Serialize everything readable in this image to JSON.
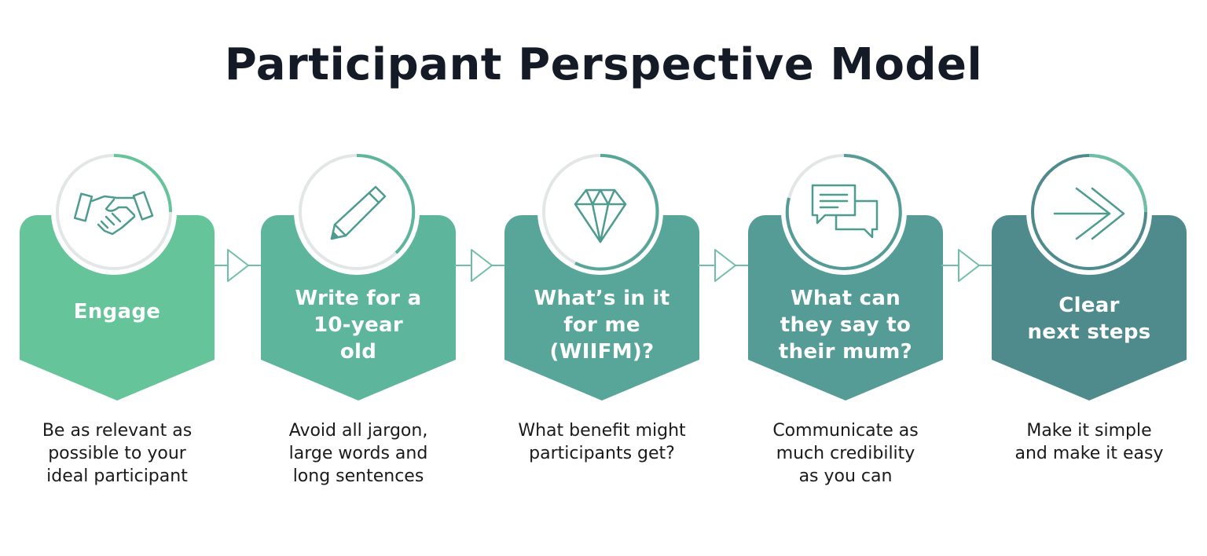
{
  "title": "Participant Perspective Model",
  "steps": [
    {
      "label": "Engage",
      "description": "Be as relevant as\npossible to your\nideal participant",
      "color": "#66c49a",
      "icon": "handshake-icon"
    },
    {
      "label": "Write for a\n10-year\nold",
      "description": "Avoid all jargon,\nlarge words and\nlong sentences",
      "color": "#5db59b",
      "icon": "pencil-icon"
    },
    {
      "label": "What’s in it\nfor me\n(WIIFM)?",
      "description": "What benefit might\nparticipants get?",
      "color": "#58a699",
      "icon": "diamond-icon"
    },
    {
      "label": "What can\nthey say to\ntheir mum?",
      "description": "Communicate as\nmuch credibility\nas you can",
      "color": "#559b96",
      "icon": "chat-bubbles-icon"
    },
    {
      "label": "Clear\nnext steps",
      "description": "Make it simple\nand make it easy",
      "color": "#4f8a8c",
      "icon": "double-arrow-icon"
    }
  ],
  "colors": {
    "title": "#141b26",
    "ring": "#e3e6e6",
    "icon_stroke": "#4e9c8f"
  }
}
